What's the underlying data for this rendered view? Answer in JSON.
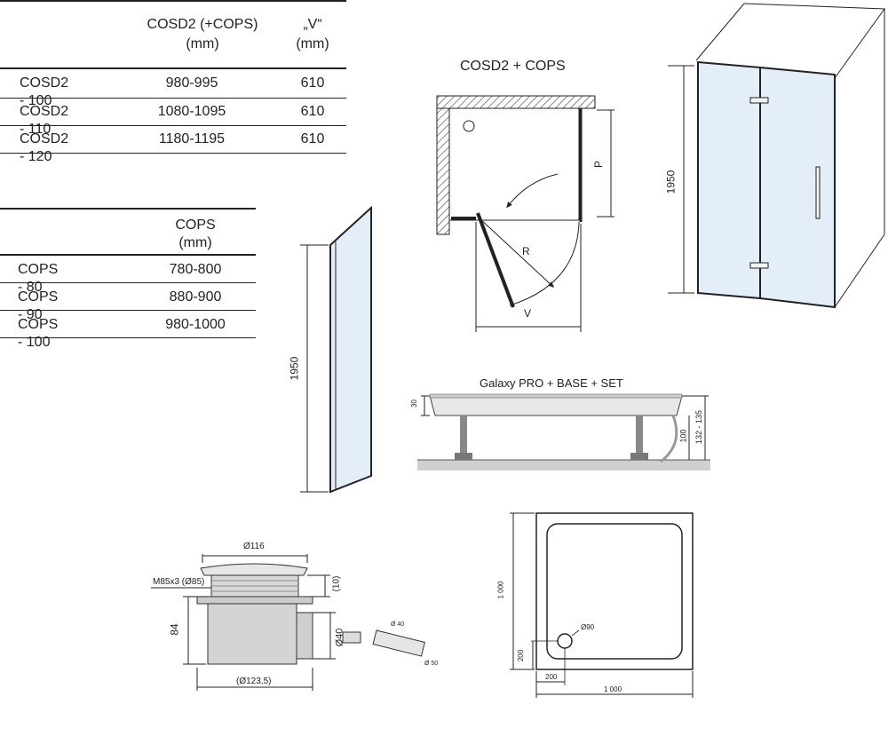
{
  "table1": {
    "headers": [
      "COSD2 (+COPS)",
      "(mm)",
      "„V“",
      "(mm)"
    ],
    "rows": [
      [
        "COSD2 - 100",
        "980-995",
        "610"
      ],
      [
        "COSD2 - 110",
        "1080-1095",
        "610"
      ],
      [
        "COSD2 - 120",
        "1180-1195",
        "610"
      ]
    ]
  },
  "table2": {
    "headers": [
      "COPS",
      "(mm)"
    ],
    "rows": [
      [
        "COPS - 80",
        "780-800"
      ],
      [
        "COPS - 90",
        "880-900"
      ],
      [
        "COPS - 100",
        "980-1000"
      ]
    ]
  },
  "plan": {
    "title": "COSD2 + COPS",
    "p_label": "P",
    "r_label": "R",
    "v_label": "V"
  },
  "panel": {
    "height_label": "1950"
  },
  "door3d": {
    "height_label": "1950"
  },
  "tray_side": {
    "title": "Galaxy PRO + BASE + SET",
    "dims": [
      "30",
      "100",
      "132 - 135"
    ]
  },
  "drain": {
    "top_dia": "Ø116",
    "thread": "M85x3 (Ø85)",
    "gap": "(10)",
    "height": "84",
    "outlet": "Ø40",
    "bottom_dia": "(Ø123,5)",
    "pipe_dia_small": "Ø 40",
    "pipe_dia_large": "Ø 50"
  },
  "tray_top": {
    "height": "1 000",
    "width": "1 000",
    "hole": "Ø90",
    "offset_x": "200",
    "offset_y": "200"
  },
  "colors": {
    "glass": "#e3eef9",
    "frame": "#222222",
    "gray_fill": "#cccccc"
  }
}
